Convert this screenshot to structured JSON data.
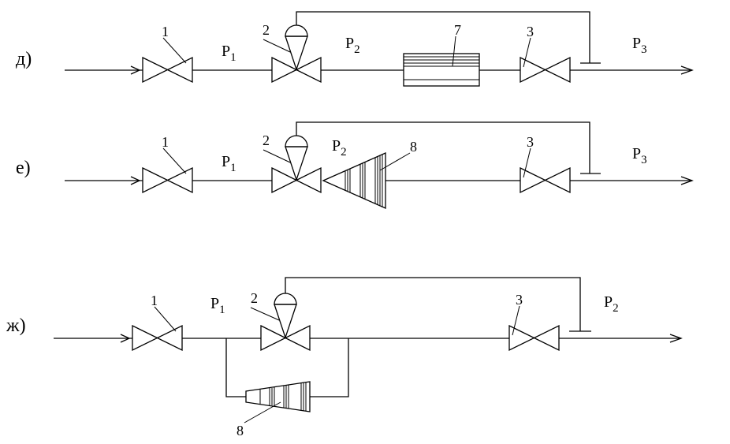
{
  "schemes": [
    {
      "label": "д)",
      "valve_1": "1",
      "regulator_2": "2",
      "valve_3": "3",
      "element_7": "7",
      "p1": {
        "letter": "P",
        "index": "1"
      },
      "p2": {
        "letter": "P",
        "index": "2"
      },
      "p3": {
        "letter": "P",
        "index": "3"
      }
    },
    {
      "label": "е)",
      "valve_1": "1",
      "regulator_2": "2",
      "valve_3": "3",
      "element_8": "8",
      "p1": {
        "letter": "P",
        "index": "1"
      },
      "p2": {
        "letter": "P",
        "index": "2"
      },
      "p3": {
        "letter": "P",
        "index": "3"
      }
    },
    {
      "label": "ж)",
      "valve_1": "1",
      "regulator_2": "2",
      "valve_3": "3",
      "element_8": "8",
      "p1": {
        "letter": "P",
        "index": "1"
      },
      "p2": {
        "letter": "P",
        "index": "2"
      }
    }
  ]
}
